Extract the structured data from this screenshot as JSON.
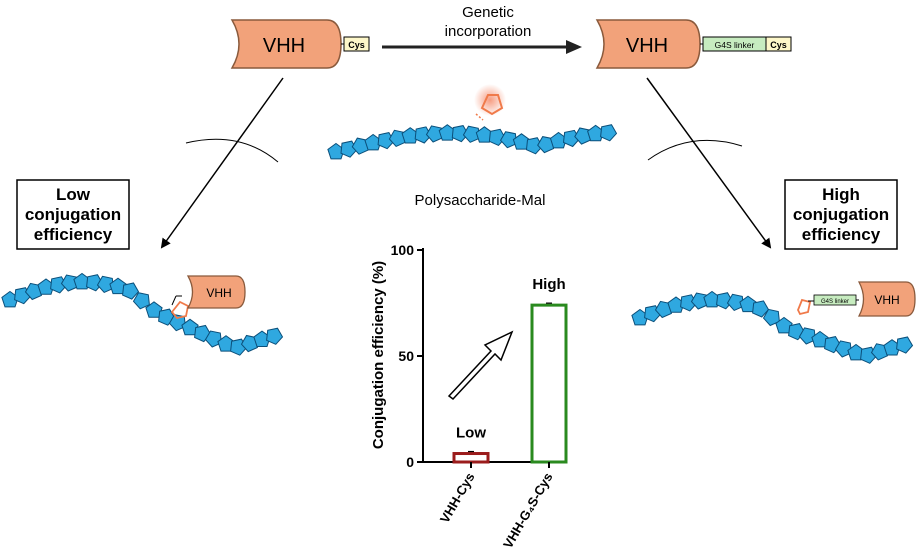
{
  "top": {
    "left_antibody": {
      "label": "VHH",
      "tag": "Cys"
    },
    "arrow_label": [
      "Genetic",
      "incorporation"
    ],
    "right_antibody": {
      "label": "VHH",
      "linker_label": "G4S linker",
      "tag": "Cys"
    }
  },
  "center": {
    "polymer_label": "Polysaccharide-Mal"
  },
  "outcomes": {
    "left_box": [
      "Low",
      "conjugation",
      "efficiency"
    ],
    "right_box": [
      "High",
      "conjugation",
      "efficiency"
    ],
    "left_conjugate_label": "VHH",
    "right_conjugate_label": "VHH",
    "right_conjugate_linker": "G4S linker"
  },
  "colors": {
    "vhh_fill": "#f2a27a",
    "vhh_stroke": "#8a5a3c",
    "cys_fill": "#fdf7c9",
    "linker_fill": "#c7ecc0",
    "bead": "#2fa8e0",
    "bead_stroke": "#0b4f7a",
    "maleimide": "#f07a4a",
    "low_bar": "#9b1c1c",
    "high_bar": "#2a8a1f"
  },
  "chart_data": {
    "type": "bar",
    "categories": [
      "VHH-Cys",
      "VHH-G4S-Cys"
    ],
    "values": [
      4,
      74
    ],
    "ylabel": "Conjugation efficiency (%)",
    "ylim": [
      0,
      100
    ],
    "yticks": [
      0,
      50,
      100
    ],
    "bar_labels": [
      "Low",
      "High"
    ],
    "grid": false
  }
}
